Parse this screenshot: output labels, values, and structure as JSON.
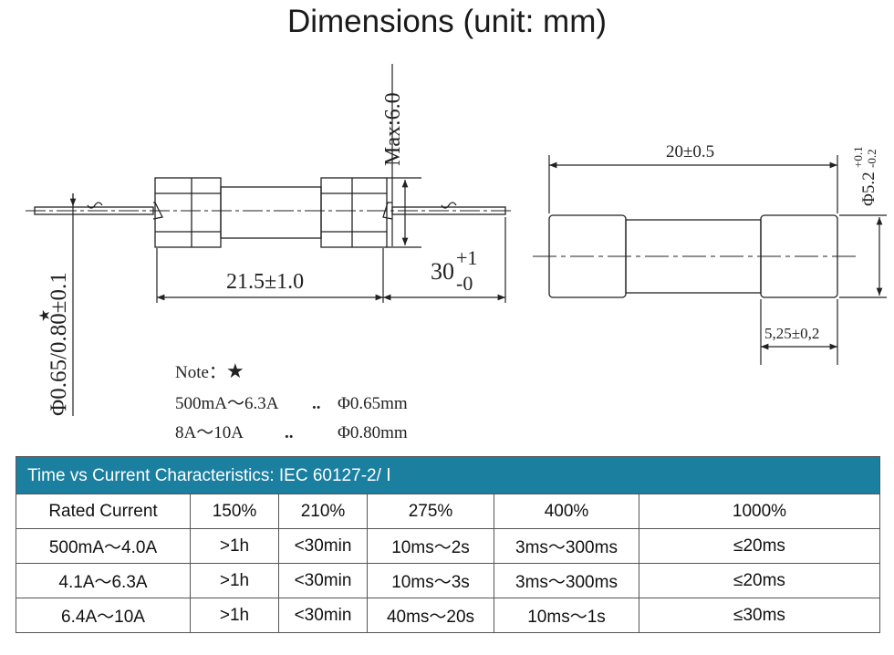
{
  "title": "Dimensions (unit: mm)",
  "left_drawing": {
    "height_label": "Max:6.0",
    "body_length_label": "21.5±1.0",
    "lead_length_main": "30",
    "lead_length_plus": "+1",
    "lead_length_minus": "-0",
    "lead_diameter_label": "Φ0.65/0.80±0.1",
    "star": "★"
  },
  "right_drawing": {
    "length_label": "20±0.5",
    "diameter_main": "Φ5.2",
    "diameter_plus": "+0.1",
    "diameter_minus": "-0.2",
    "cap_length_label": "5,25±0,2"
  },
  "note": {
    "line1": "Note：",
    "star": "★",
    "line2_range": "500mA～6.3A",
    "line2_dots": "..",
    "line2_value": "Φ0.65mm",
    "line3_range": "8A～10A",
    "line3_dots": "..",
    "line3_value": "Φ0.80mm"
  },
  "table": {
    "banner": "Time vs Current Characteristics: IEC 60127-2/ Ⅰ",
    "headers": [
      "Rated Current",
      "150%",
      "210%",
      "275%",
      "400%",
      "1000%"
    ],
    "rows": [
      [
        "500mA～4.0A",
        ">1h",
        "<30min",
        "10ms～2s",
        "3ms～300ms",
        "≤20ms"
      ],
      [
        "4.1A～6.3A",
        ">1h",
        "<30min",
        "10ms～3s",
        "3ms～300ms",
        "≤20ms"
      ],
      [
        "6.4A～10A",
        ">1h",
        "<30min",
        "40ms～20s",
        "10ms～1s",
        "≤30ms"
      ]
    ]
  }
}
